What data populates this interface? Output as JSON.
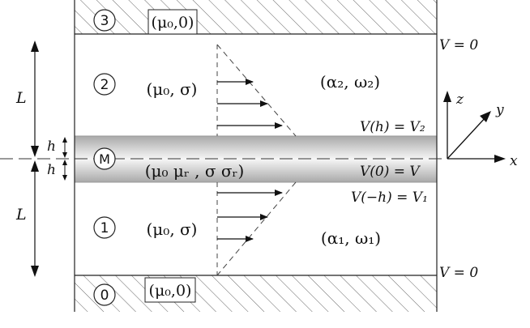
{
  "regions": {
    "top_wall": {
      "number": "3",
      "params": "(μ₀,0)"
    },
    "upper": {
      "number": "2",
      "params": "(μ₀, σ)",
      "alpha_omega": "(α₂, ω₂)"
    },
    "middle": {
      "number": "M",
      "params": "(μ₀ μᵣ , σ σᵣ)"
    },
    "lower": {
      "number": "1",
      "params": "(μ₀, σ)",
      "alpha_omega": "(α₁, ω₁)"
    },
    "bottom_wall": {
      "number": "0",
      "params": "(μ₀,0)"
    }
  },
  "velocity_labels": {
    "top": "V = 0",
    "upper_interface": "V(h) = V₂",
    "center": "V(0) = V",
    "lower_interface": "V(−h) = V₁",
    "bottom": "V = 0"
  },
  "dimensions": {
    "L_upper": "L",
    "L_lower": "L",
    "h_upper": "h",
    "h_lower": "h"
  },
  "axes": {
    "x": "x",
    "y": "y",
    "z": "z"
  },
  "colors": {
    "line": "#222222",
    "hatch": "#555555",
    "band_edge": "#b8b8b8",
    "band_center": "#f4f4f4"
  }
}
